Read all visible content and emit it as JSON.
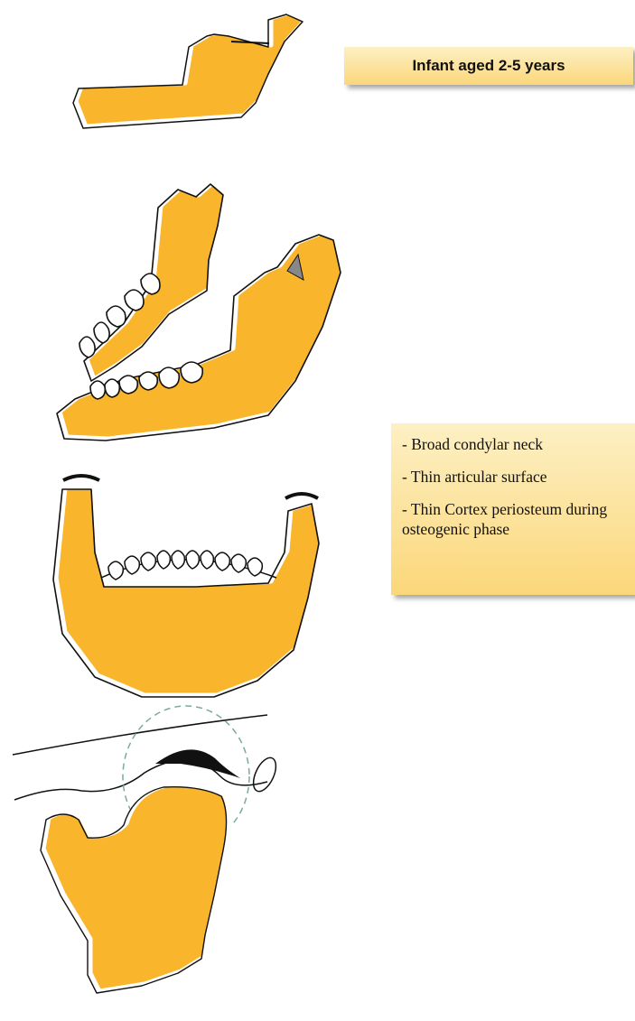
{
  "title": "Infant aged 2-5 years",
  "features": [
    "- Broad condylar neck",
    "- Thin articular surface",
    "- Thin Cortex periosteum during osteogenic phase"
  ],
  "colors": {
    "bone": "#f9b52b",
    "outline": "#111111",
    "box_light": "#fdf0c4",
    "box_dark": "#fbd77a"
  },
  "illustrations": [
    "mandible-infant-lateral-view",
    "mandible-oblique-views-with-teeth",
    "mandible-frontal-view-with-teeth",
    "tmj-condyle-sagittal-view"
  ]
}
